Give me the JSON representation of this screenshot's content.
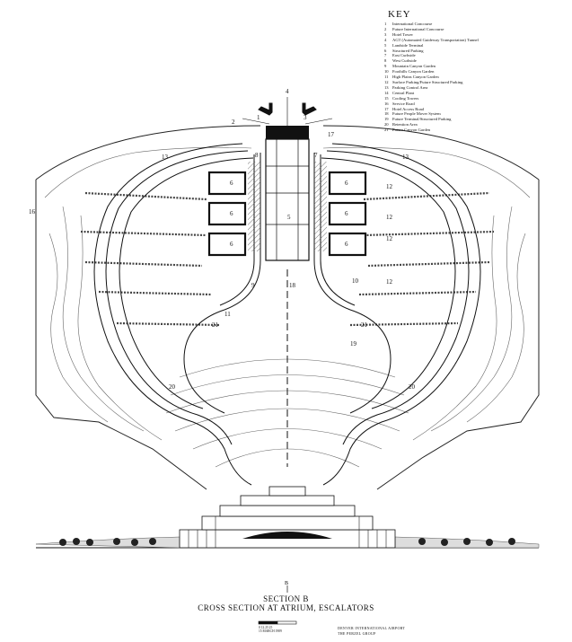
{
  "key": {
    "title": "KEY",
    "items": [
      {
        "num": "1",
        "label": "International Concourse"
      },
      {
        "num": "2",
        "label": "Future International Concourse"
      },
      {
        "num": "3",
        "label": "Hotel Tower"
      },
      {
        "num": "4",
        "label": "AGT (Automated Guideway Transportation) Tunnel"
      },
      {
        "num": "5",
        "label": "Landside Terminal"
      },
      {
        "num": "6",
        "label": "Structured Parking"
      },
      {
        "num": "7",
        "label": "East Curbside"
      },
      {
        "num": "8",
        "label": "West Curbside"
      },
      {
        "num": "9",
        "label": "Mountain Canyon Garden"
      },
      {
        "num": "10",
        "label": "Foothills Canyon Garden"
      },
      {
        "num": "11",
        "label": "High Plains Canyon Garden"
      },
      {
        "num": "12",
        "label": "Surface Parking/Future Structured Parking"
      },
      {
        "num": "13",
        "label": "Parking Control Area"
      },
      {
        "num": "14",
        "label": "Central Plant"
      },
      {
        "num": "15",
        "label": "Cooling Towers"
      },
      {
        "num": "16",
        "label": "Service Road"
      },
      {
        "num": "17",
        "label": "Hotel Access Road"
      },
      {
        "num": "18",
        "label": "Future People Mover System"
      },
      {
        "num": "19",
        "label": "Future Terminal/Structured Parking"
      },
      {
        "num": "20",
        "label": "Retention Area"
      },
      {
        "num": "21",
        "label": "Future Canyon Garden"
      }
    ]
  },
  "plan_labels": {
    "agt": "4",
    "intl": "1",
    "future_intl": "2",
    "hotel": "3",
    "terminal": "5",
    "parking_left_1": "6",
    "parking_left_2": "6",
    "parking_left_3": "6",
    "parking_right_1": "6",
    "parking_right_2": "6",
    "parking_right_3": "6",
    "surface_1": "12",
    "surface_2": "12",
    "surface_3": "12",
    "surface_4": "12",
    "control_left": "13",
    "control_right": "13",
    "service": "16",
    "people_mover": "18",
    "future_terminal": "19",
    "retention_left": "20",
    "retention_right": "20",
    "garden_left": "21",
    "garden_right": "21",
    "mountain": "9",
    "foothills": "10",
    "high_plains": "11",
    "hotel_access": "17",
    "east_curb": "7",
    "west_curb": "8",
    "section_mark": "B"
  },
  "caption": {
    "line1": "SECTION B",
    "line2": "CROSS SECTION AT ATRIUM, ESCALATORS"
  },
  "footer": {
    "scale": "0    12.25         25",
    "date": "15   MARCH   1989",
    "project": "DENVER INTERNATIONAL AIRPORT",
    "firm": "THE PERZEL GROUP"
  }
}
